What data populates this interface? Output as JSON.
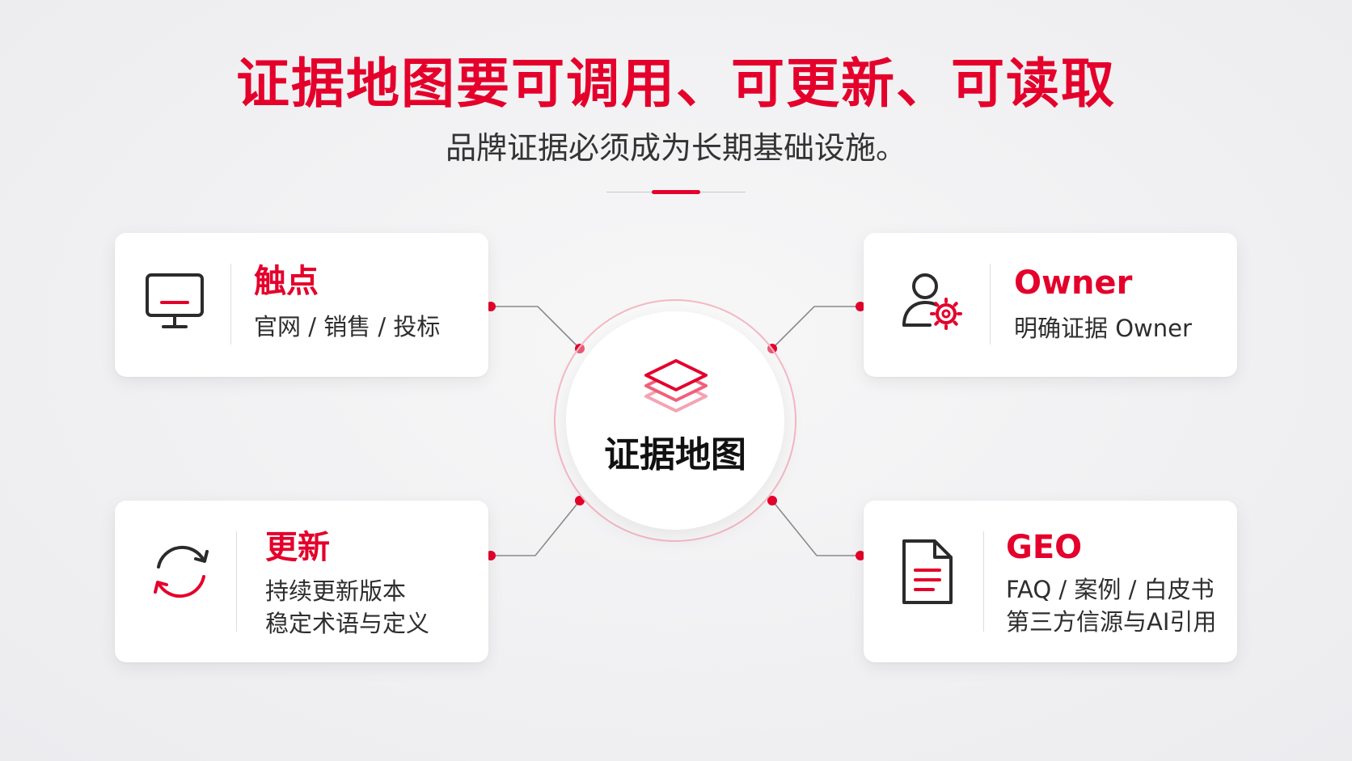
{
  "header": {
    "title": "证据地图要可调用、可更新、可读取",
    "subtitle": "品牌证据必须成为长期基础设施。"
  },
  "hub": {
    "label": "证据地图",
    "icon": "layers-icon"
  },
  "cards": {
    "touchpoints": {
      "title": "触点",
      "lines": [
        "官网 / 销售 / 投标"
      ],
      "icon": "monitor-icon"
    },
    "owner": {
      "title": "Owner",
      "lines": [
        "明确证据 Owner"
      ],
      "icon": "user-gear-icon"
    },
    "update": {
      "title": "更新",
      "lines": [
        "持续更新版本",
        "稳定术语与定义"
      ],
      "icon": "refresh-icon"
    },
    "geo": {
      "title": "GEO",
      "lines": [
        "FAQ / 案例 / 白皮书",
        "第三方信源与AI引用"
      ],
      "icon": "document-icon"
    }
  },
  "colors": {
    "accent": "#e4002b",
    "accent_light": "#f4b9c3",
    "text_dark": "#2e2e2e",
    "background": "#f1f1f3",
    "connector": "#8a8a8e"
  }
}
